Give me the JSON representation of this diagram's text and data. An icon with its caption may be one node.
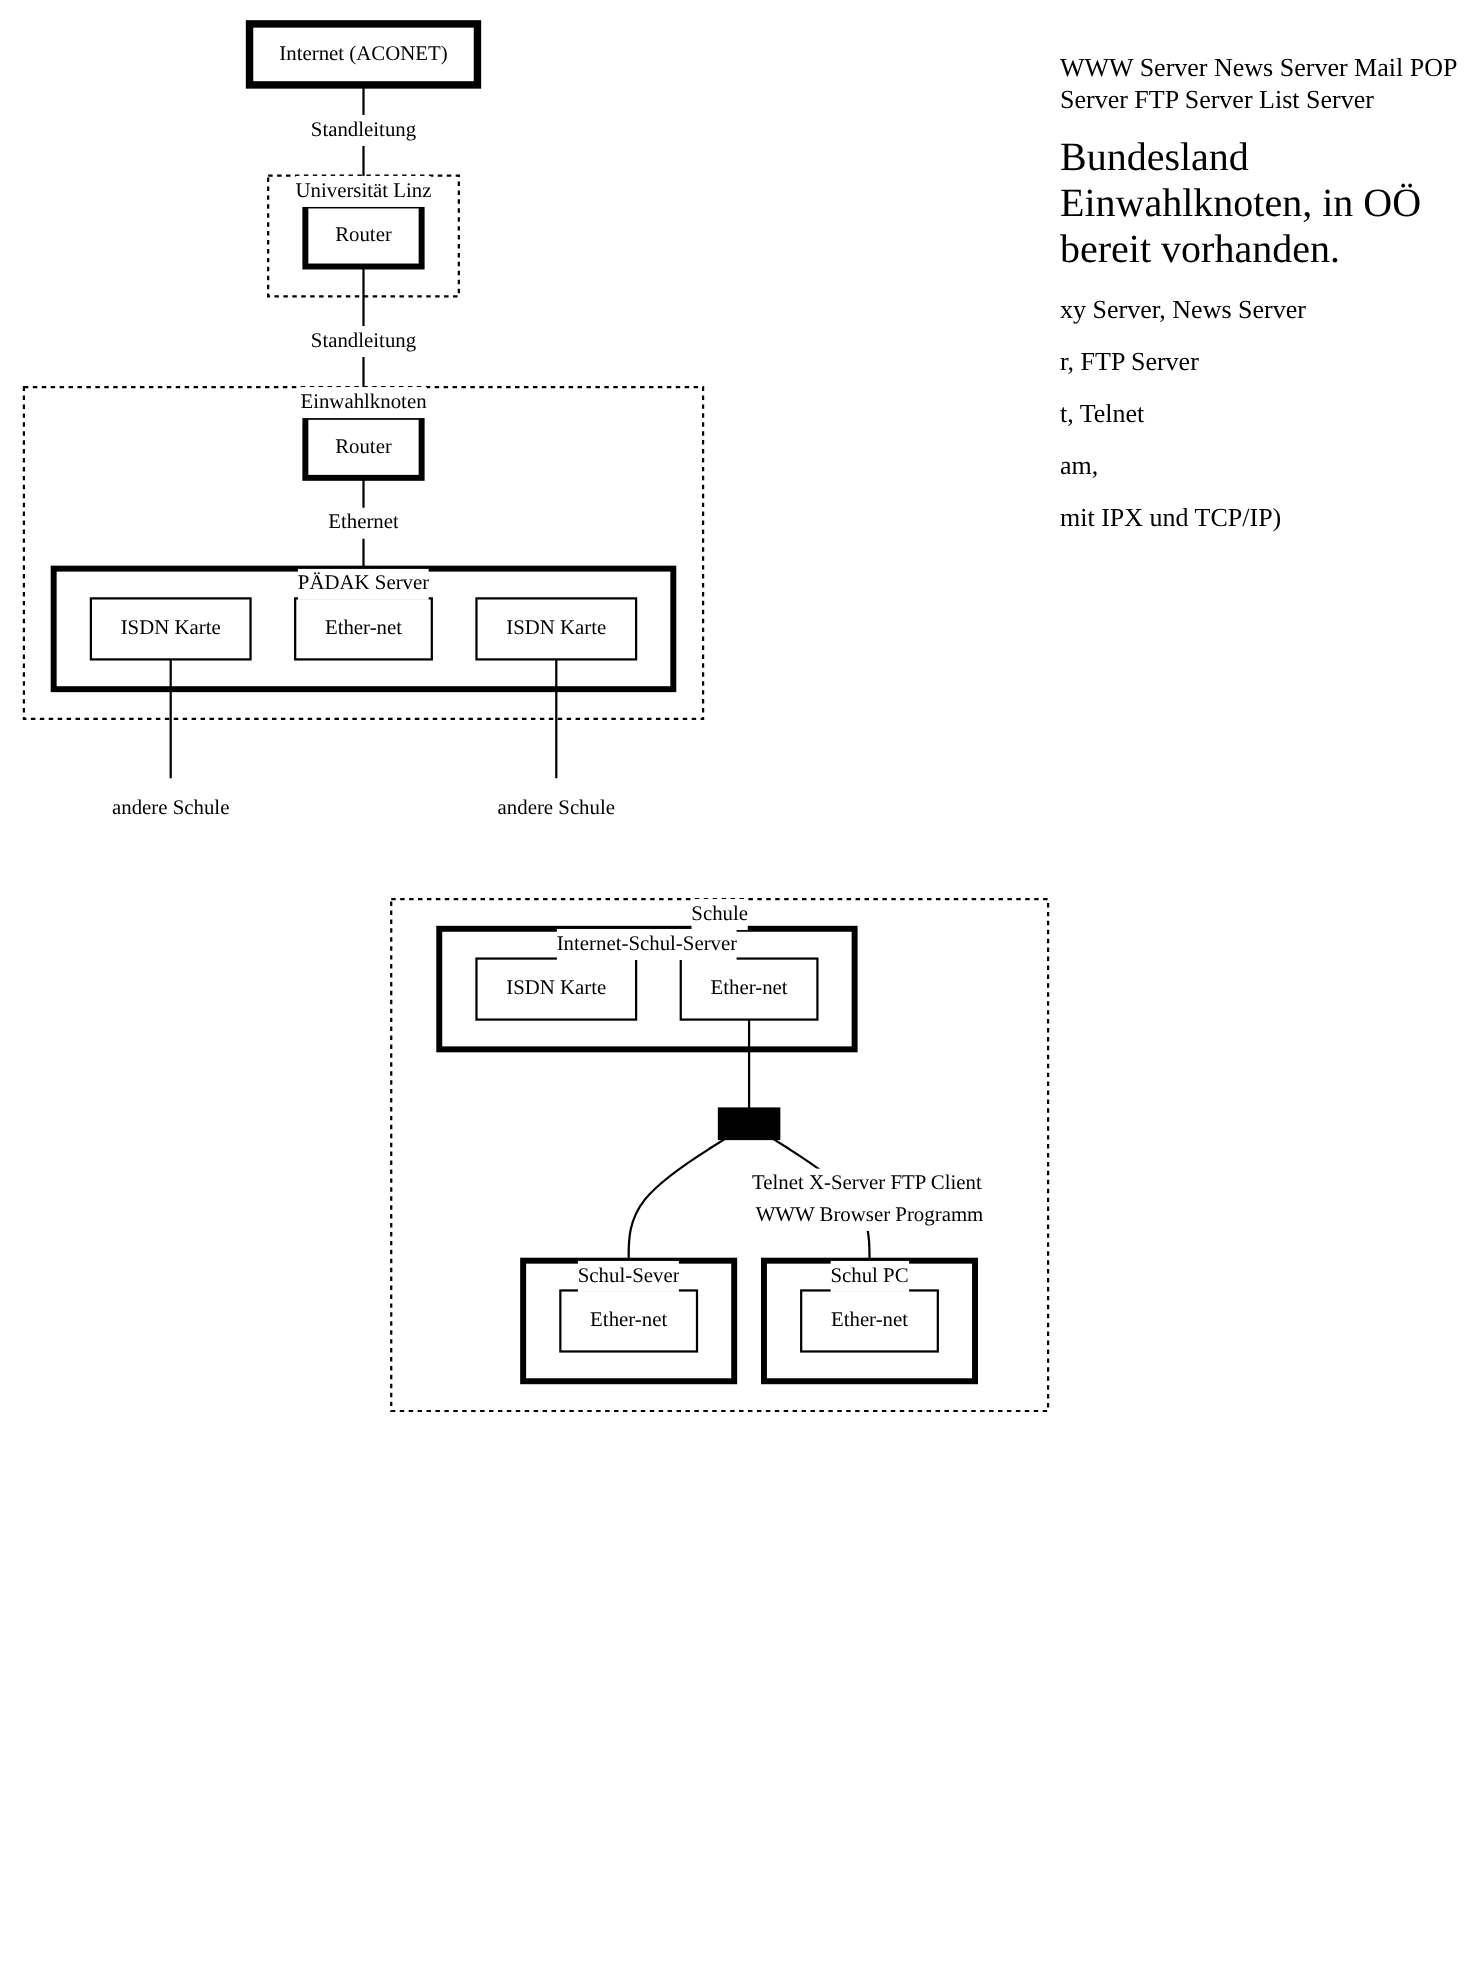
{
  "diagram": {
    "nodes": [
      {
        "text": [
          "Internet (ACONET)"
        ]
      },
      {
        "text": [
          "Universität Linz"
        ]
      },
      {
        "text": [
          "Router"
        ],
        "in": 1
      },
      {
        "text": [
          "Einwahlknoten"
        ]
      },
      {
        "text": [
          "Router"
        ],
        "in": 3
      },
      {
        "text": [
          "PÄDAK Server"
        ],
        "in": 3
      },
      {
        "text": [
          "ISDN Karte"
        ],
        "in": 5
      },
      {
        "text": [
          "Ether-net"
        ],
        "in": 5
      },
      {
        "text": [
          "ISDN Karte"
        ],
        "in": 5
      },
      {
        "text": [
          "andere Schule"
        ]
      },
      {
        "text": [
          "andere Schule"
        ]
      },
      {
        "text": [
          "Schule"
        ]
      },
      {
        "text": [
          "Internet-Schul-Server"
        ],
        "in": 11
      },
      {
        "text": [
          "ISDN Karte"
        ],
        "in": 12
      },
      {
        "text": [
          "Ether-net"
        ],
        "in": 12
      },
      {
        "text": [],
        "shape": "bar",
        "in": 11
      },
      {
        "text": [
          "Schul PC"
        ],
        "in": 11
      },
      {
        "text": [
          "Ether-net"
        ],
        "in": 16
      },
      {
        "text": [
          "Schul-Sever"
        ],
        "in": 11
      },
      {
        "text": [
          "Ether-net"
        ],
        "in": 18
      }
    ],
    "edges": [
      {
        "from": 0,
        "to": 2,
        "arrow": "none",
        "label": "Standleitung"
      },
      {
        "from": 2,
        "to": 4,
        "arrow": "none",
        "label": "Standleitung"
      },
      {
        "from": 4,
        "to": 7,
        "arrow": "none",
        "label": "Ethernet"
      },
      {
        "from": 6,
        "to": 9,
        "arrow": "none"
      },
      {
        "from": 8,
        "to": 10,
        "arrow": "none"
      },
      {
        "from": 14,
        "to": 15,
        "arrow": "none"
      },
      {
        "from": 15,
        "to": 17,
        "arrow": "none",
        "label": "Telnet X-Server FTP Client WWW Browser Programm"
      },
      {
        "from": 15,
        "to": 19,
        "arrow": "none"
      }
    ],
    "labels": [
      "WWW Server News Server Mail POP Server FTP Server List Server",
      "Bundesland Einwahlknoten, in OÖ bereit vorhanden.",
      "xy Server, News Server",
      "r, FTP Server",
      "t, Telnet",
      "am,",
      "mit IPX und TCP/IP)"
    ]
  }
}
